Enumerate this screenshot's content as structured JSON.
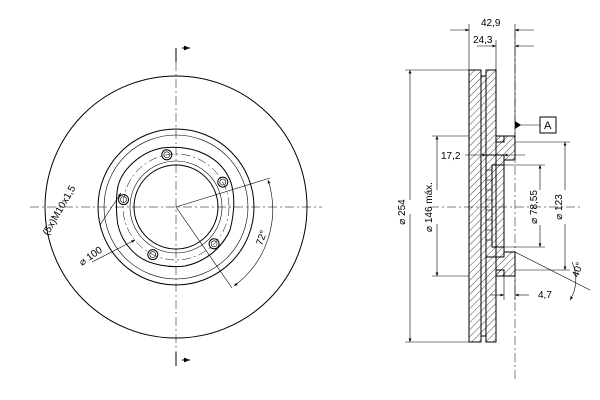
{
  "front_view": {
    "bolt_spec": "(5x)M10x1,5",
    "bolt_circle": "⌀ 100",
    "bolt_angle": "72°",
    "bolt_count": 5
  },
  "section_view": {
    "overall_width": "42,9",
    "hat_depth": "24,3",
    "outer_diameter": "⌀ 254",
    "friction_diameter": "⌀ 146 máx.",
    "hub_height": "17,2",
    "center_bore": "⌀ 78,55",
    "hat_diameter": "⌀ 123",
    "chamfer_depth": "4,7",
    "chamfer_angle": "40°",
    "datum": "A"
  },
  "colors": {
    "line": "#000000",
    "background": "#ffffff"
  }
}
